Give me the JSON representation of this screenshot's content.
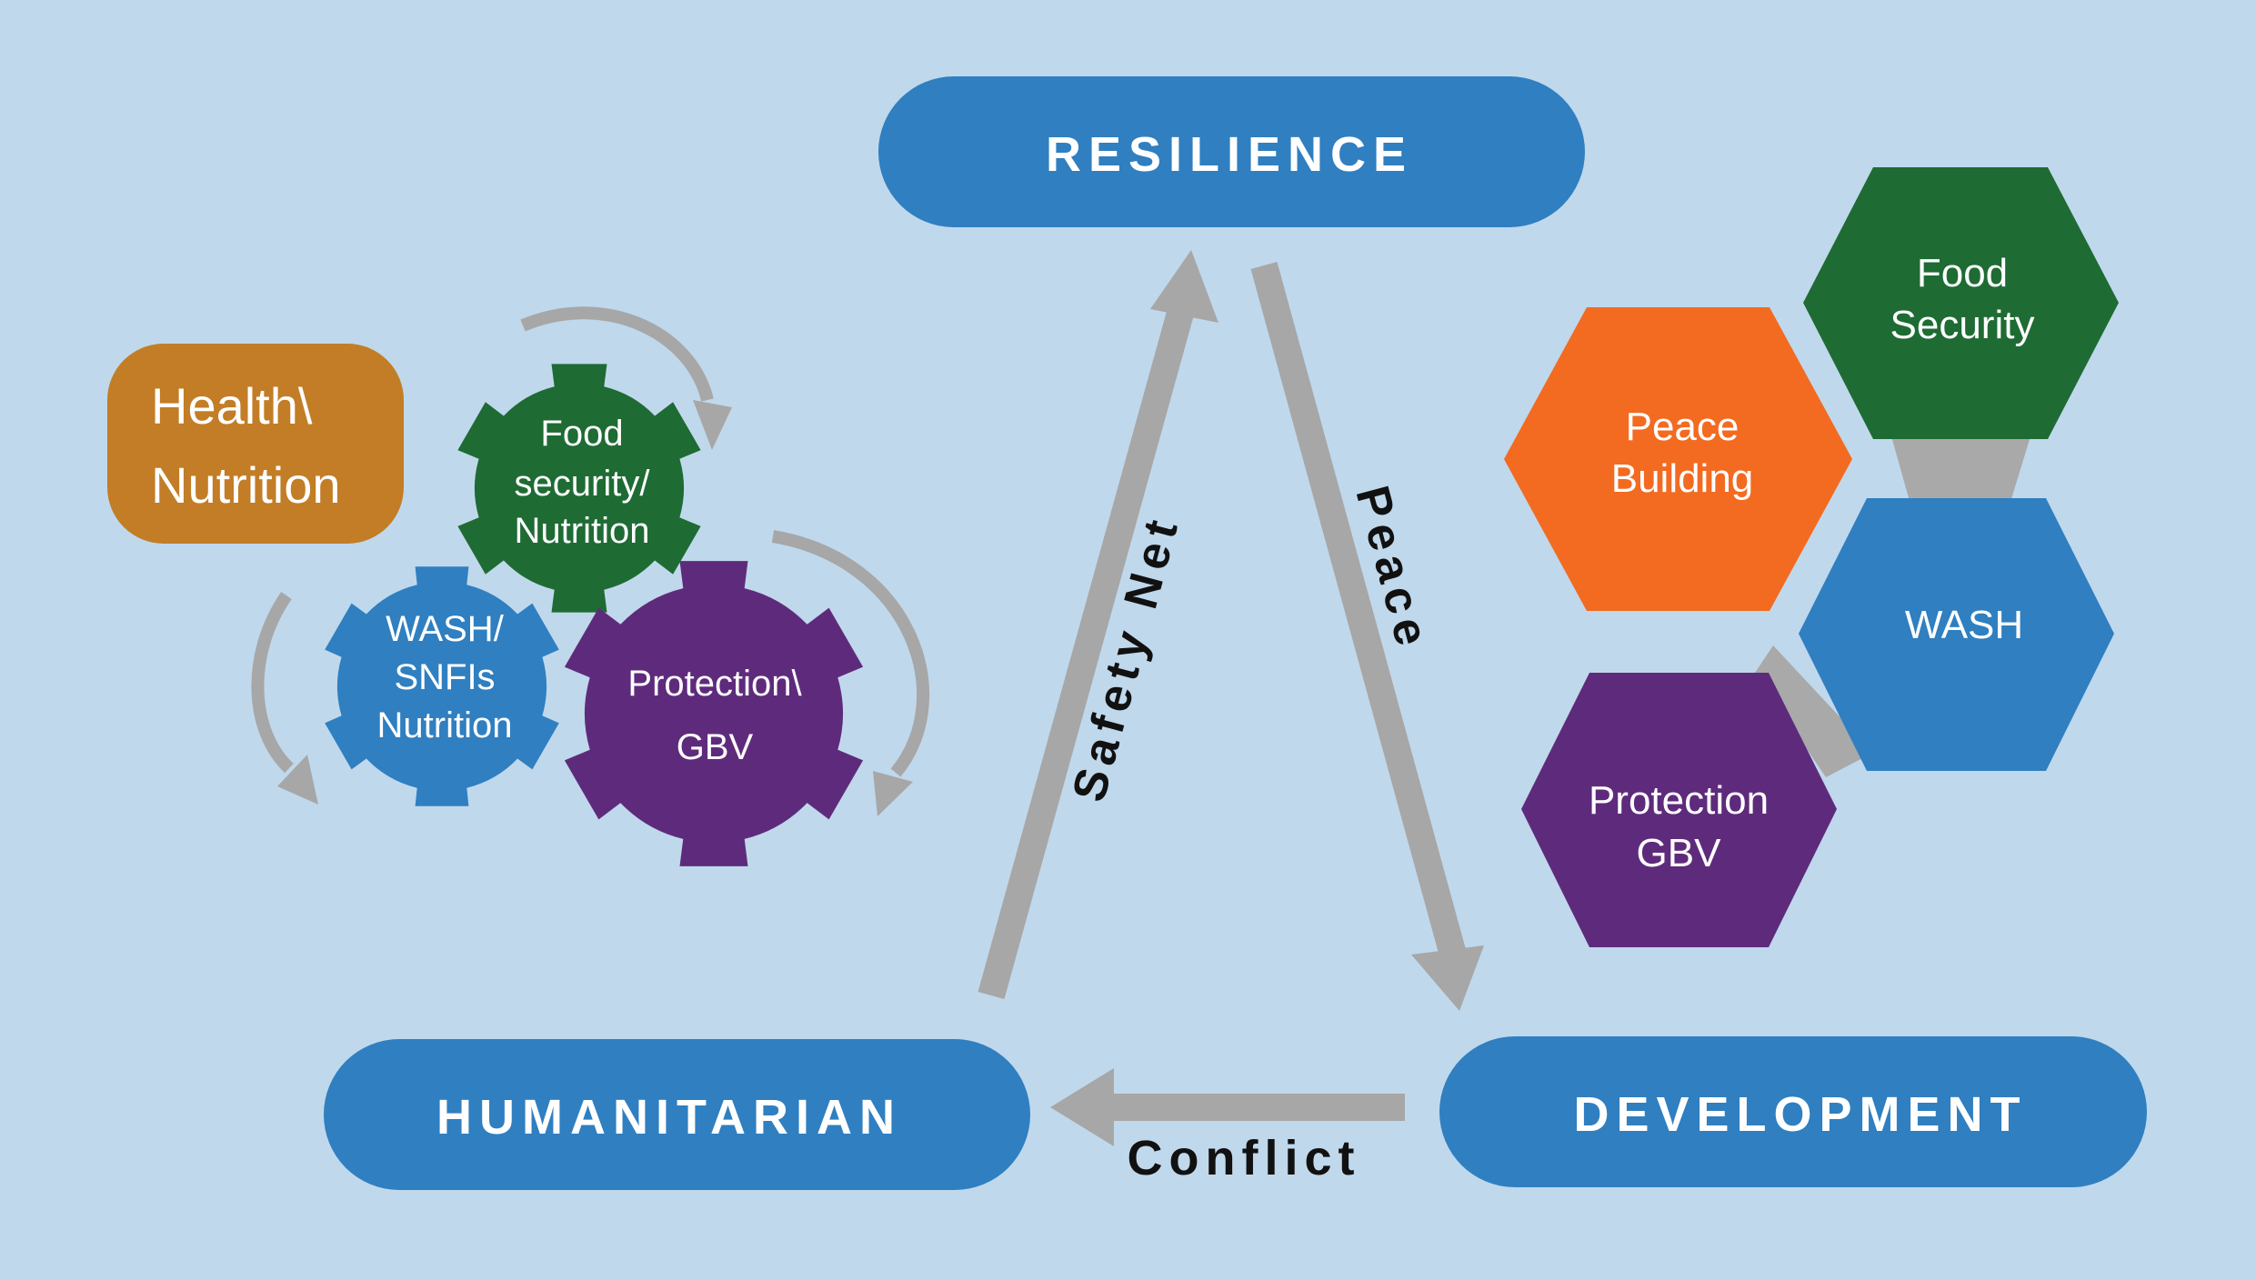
{
  "colors": {
    "background": "#c0d8ec",
    "blue": "#2f7fc1",
    "green": "#1e6b34",
    "purple": "#5e2b7c",
    "orange": "#f26b21",
    "ochre": "#c27d26",
    "arrow_gray": "#a7a7a7",
    "connector_gray": "#a9a9a9"
  },
  "pills": {
    "resilience": "RESILIENCE",
    "humanitarian": "HUMANITARIAN",
    "development": "DEVELOPMENT"
  },
  "arrows": {
    "safety_net": "Safety Net",
    "peace": "Peace",
    "conflict": "Conflict"
  },
  "humanitarian_cluster": {
    "health_box": {
      "line1": "Health\\",
      "line2": "Nutrition"
    },
    "gear_food": {
      "line1": "Food",
      "line2": "security/",
      "line3": "Nutrition"
    },
    "gear_wash": {
      "line1": "WASH/",
      "line2": "SNFIs",
      "line3": "Nutrition"
    },
    "gear_protection": {
      "line1": "Protection\\",
      "line2": "GBV"
    }
  },
  "development_cluster": {
    "hex_food": {
      "line1": "Food",
      "line2": "Security"
    },
    "hex_peace": {
      "line1": "Peace",
      "line2": "Building"
    },
    "hex_wash": {
      "line1": "WASH"
    },
    "hex_protection": {
      "line1": "Protection",
      "line2": "GBV"
    }
  }
}
